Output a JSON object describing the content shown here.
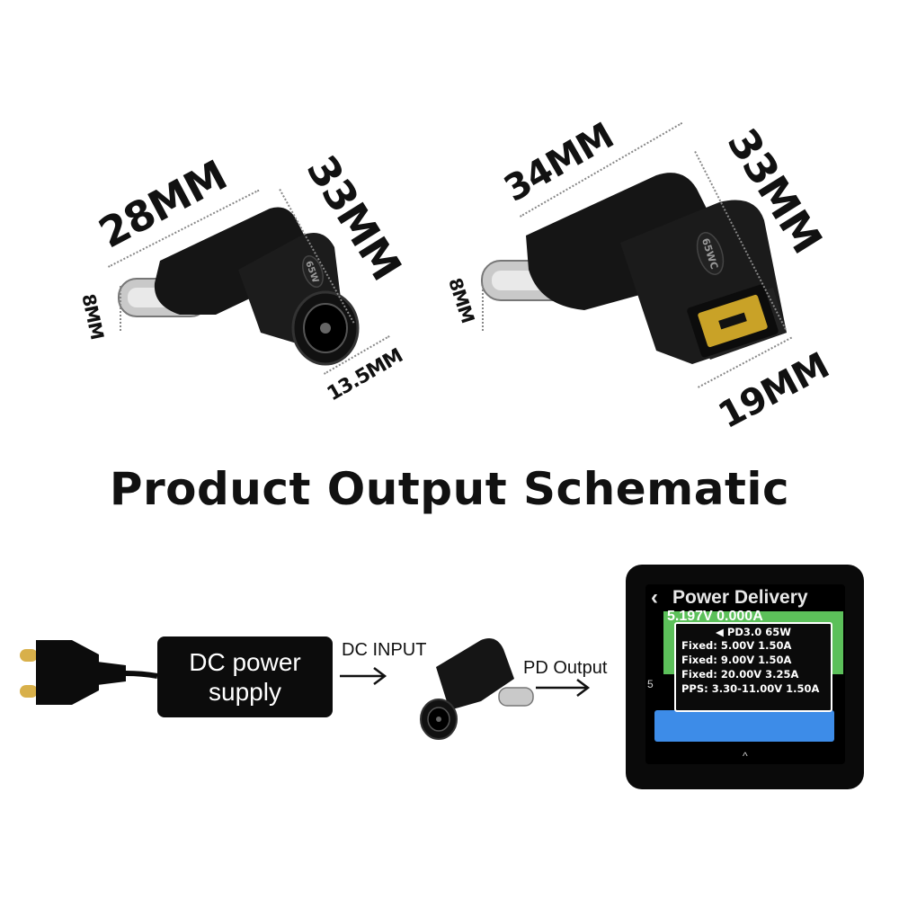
{
  "dimensions": {
    "left_width": "28MM",
    "left_height": "33MM",
    "left_plug": "8MM",
    "left_barrel": "13.5MM",
    "right_width": "34MM",
    "right_height": "33MM",
    "right_plug": "8MM",
    "right_tip": "19MM"
  },
  "connector_marks": {
    "left_badge": "65W",
    "right_badge": "65WC"
  },
  "title": "Product Output Schematic",
  "flow": {
    "supply_label_line1": "DC power",
    "supply_label_line2": "supply",
    "dc_input": "DC INPUT",
    "pd_output": "PD Output"
  },
  "screen": {
    "header": "Power Delivery",
    "partial_reading": "5.197V 0.000A",
    "popup_header": "PD3.0 65W",
    "rows": [
      "Fixed:    5.00V 1.50A",
      "Fixed:    9.00V 1.50A",
      "Fixed:   20.00V 3.25A",
      "PPS: 3.30-11.00V 1.50A"
    ],
    "side_mark": "5",
    "caret": "^"
  },
  "colors": {
    "screen_green": "#5cc05a",
    "screen_blue": "#3d8ce8",
    "tip_yellow": "#c9a227"
  }
}
